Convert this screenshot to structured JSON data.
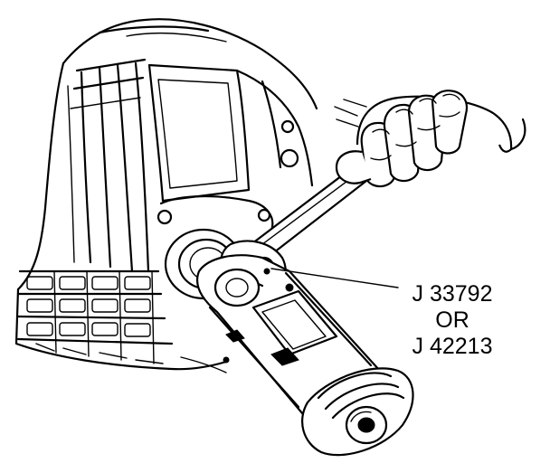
{
  "callout": {
    "tool_primary": "J 33792",
    "connector": "OR",
    "tool_alternate": "J 42213"
  }
}
